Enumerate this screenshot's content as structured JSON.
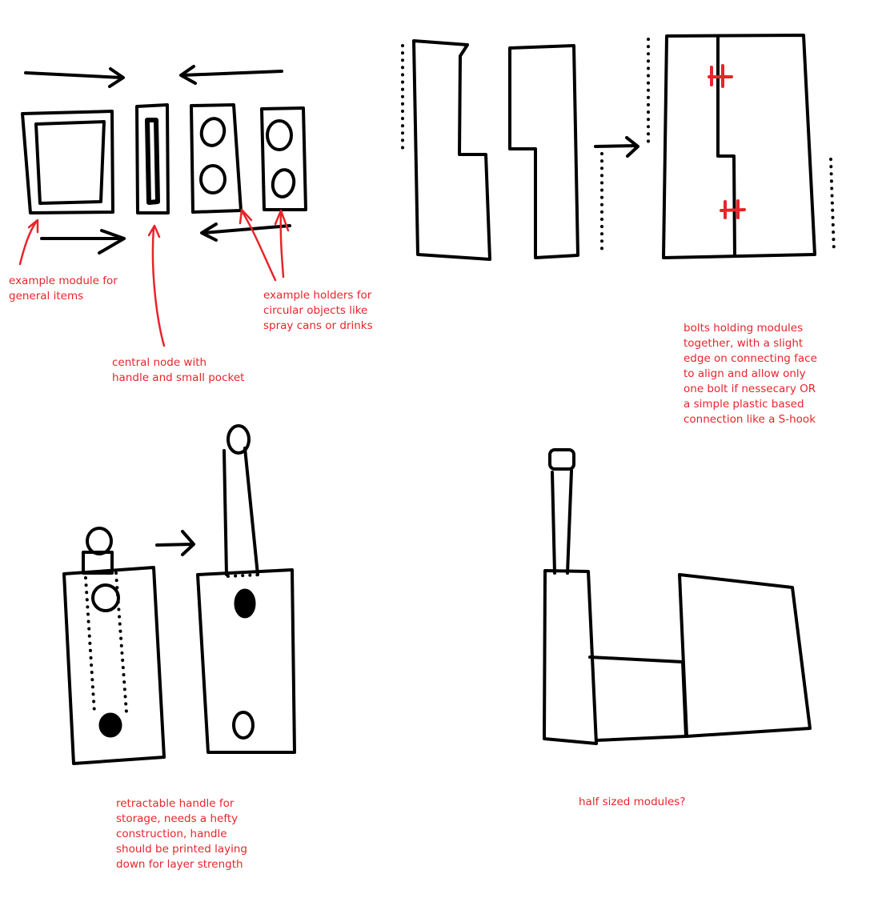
{
  "colors": {
    "ink": "#000000",
    "annotation": "#e8242a"
  },
  "annotations": {
    "general_module": "example module for\ngeneral items",
    "circular_holders": "example holders for\ncircular objects like\nspray cans or drinks",
    "central_node": "central node with\nhandle and small pocket",
    "bolts": "bolts holding modules\ntogether, with a slight\nedge on connecting face\nto align and allow only\none bolt if nessecary OR\na simple plastic based\nconnection like a S-hook",
    "retractable_handle": "retractable handle for\nstorage, needs a hefty\nconstruction, handle\nshould be printed laying\ndown for layer strength",
    "half_sized": "half sized modules?"
  }
}
